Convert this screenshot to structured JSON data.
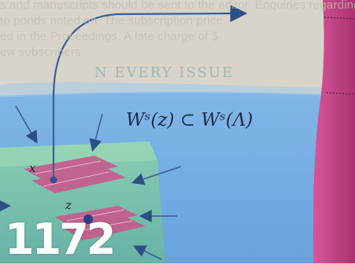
{
  "background_text_lines": [
    "s and manuscripts should be sent to the editor. Enquiries regarding",
    "to ponds noted on. The subscription price",
    "ed in the Proceedings. A late charge of $",
    "ew subscribers"
  ],
  "heading": "N EVERY ISSUE",
  "formula": "Wˢ(z) ⊂ Wˢ(Λ)",
  "labels": {
    "x": "x",
    "z": "z"
  },
  "issue_number": "1172",
  "colors": {
    "paper": "#d9d4c9",
    "blue_region": "#6fa9e6",
    "green_box": "#7fc9a6",
    "magenta_shape": "#c0407d",
    "pink_sheets": "#c85a8c",
    "curve": "#3b5e95",
    "number_text": "#ffffff"
  }
}
